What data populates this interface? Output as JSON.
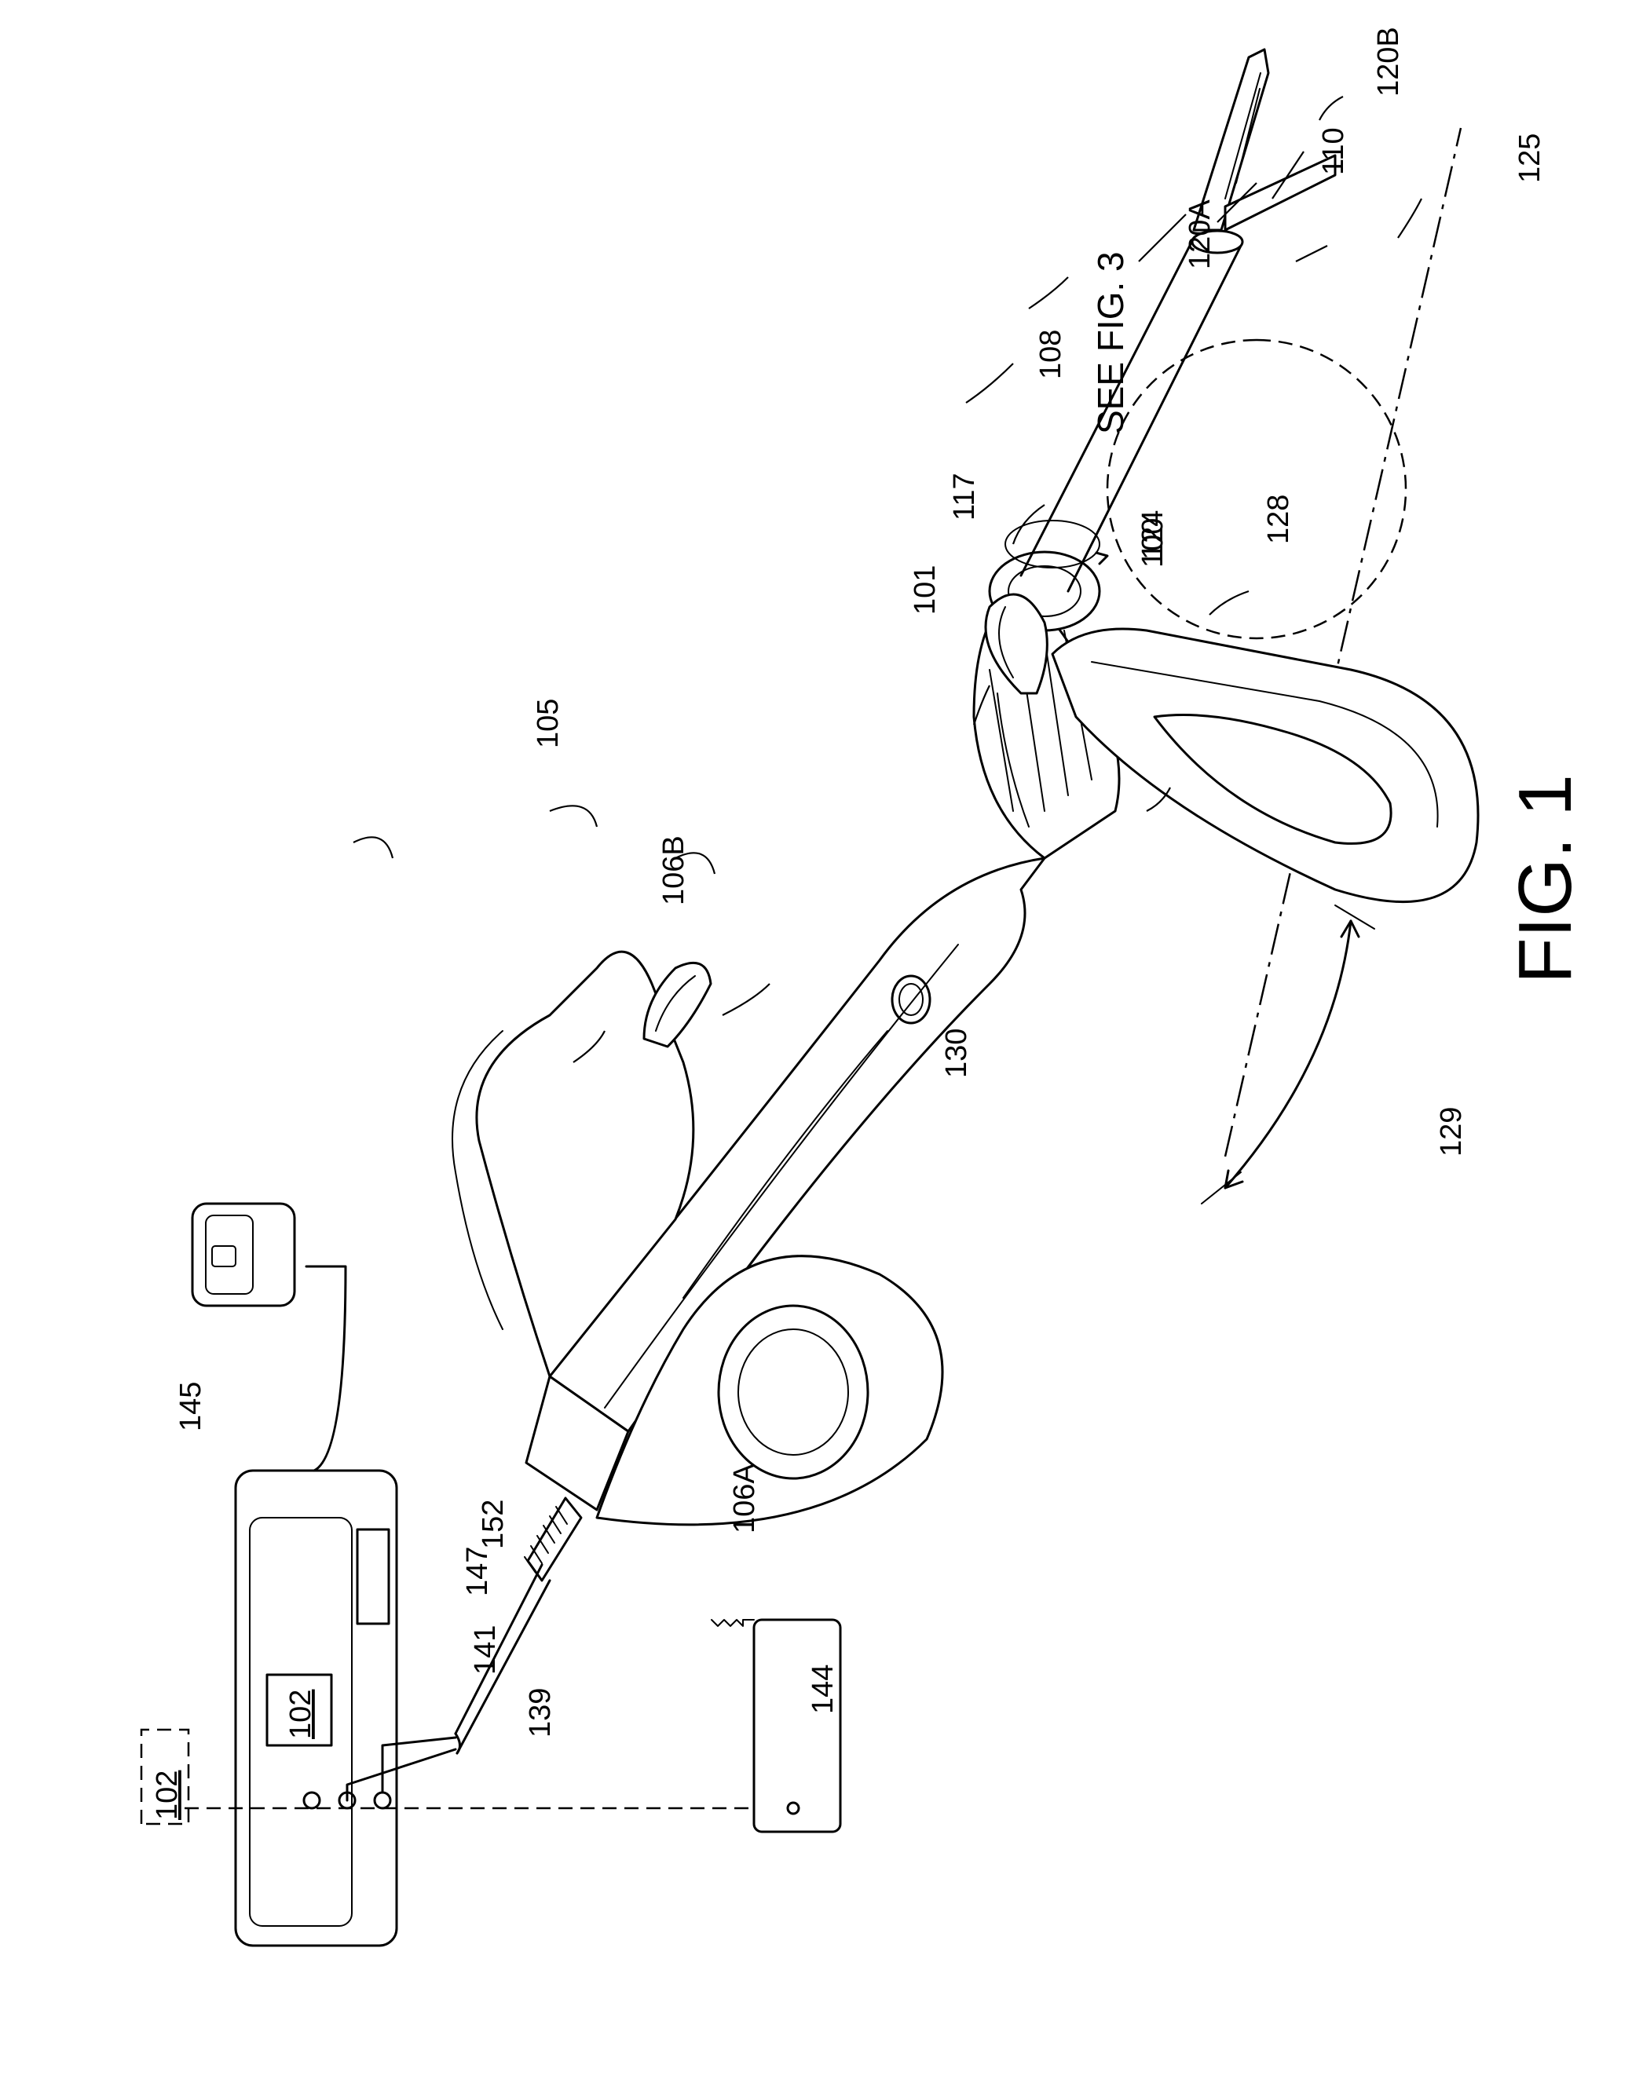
{
  "figure": {
    "caption": "FIG. 1",
    "see_note": "SEE FIG. 3"
  },
  "labels": {
    "system": "100",
    "instrument": "101",
    "controller_box": "102",
    "controller_remote": "102",
    "handle": "105",
    "housing_a": "106A",
    "housing_b": "106B",
    "shaft": "108",
    "end_effector": "110",
    "rotation": "117",
    "jaw_a": "120A",
    "jaw_b": "120B",
    "trigger_link": "124",
    "axis": "125",
    "lever": "128",
    "lever_travel": "129",
    "button": "130",
    "lead_139": "139",
    "lead_141": "141",
    "ground": "144",
    "generator": "145",
    "display": "147",
    "cable": "152"
  }
}
